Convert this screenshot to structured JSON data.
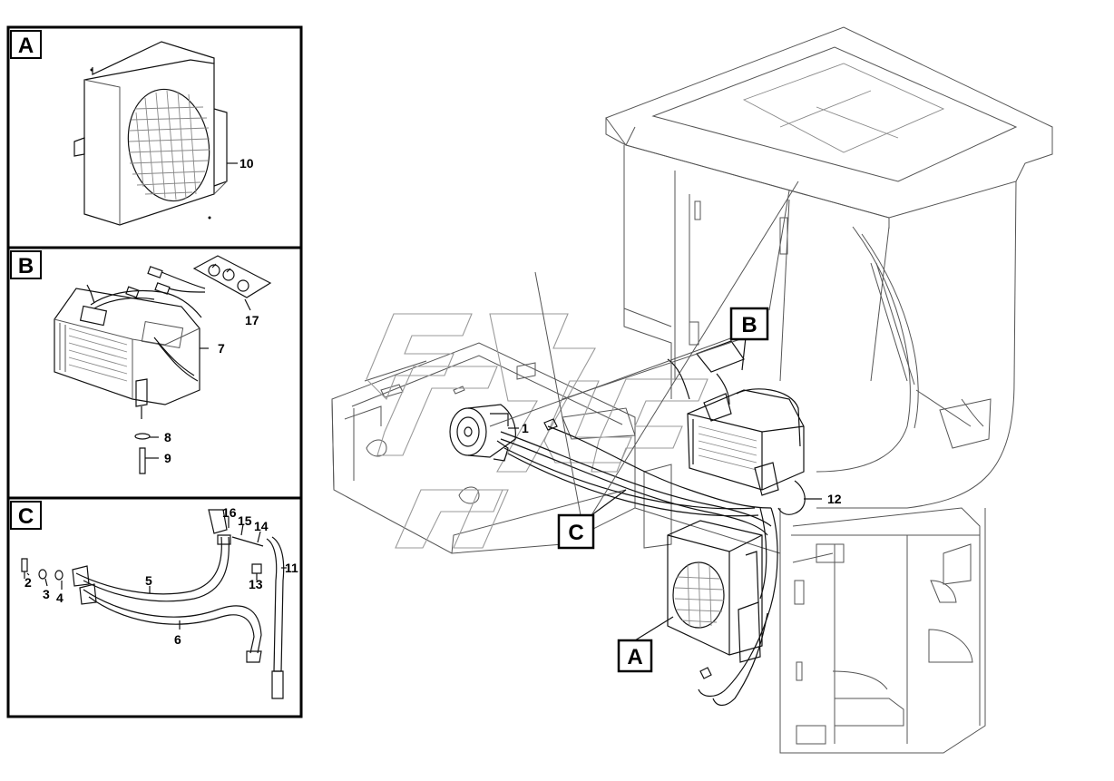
{
  "panels": [
    {
      "letter": "A",
      "parts": [
        "10"
      ]
    },
    {
      "letter": "B",
      "parts": [
        "17",
        "7",
        "8",
        "9"
      ]
    },
    {
      "letter": "C",
      "parts": [
        "16",
        "15",
        "14",
        "2",
        "3",
        "4",
        "5",
        "6",
        "13",
        "11"
      ]
    }
  ],
  "main_callouts": {
    "box_b": "B",
    "box_c": "C",
    "box_a": "A",
    "part_1": "1",
    "part_12": "12"
  }
}
